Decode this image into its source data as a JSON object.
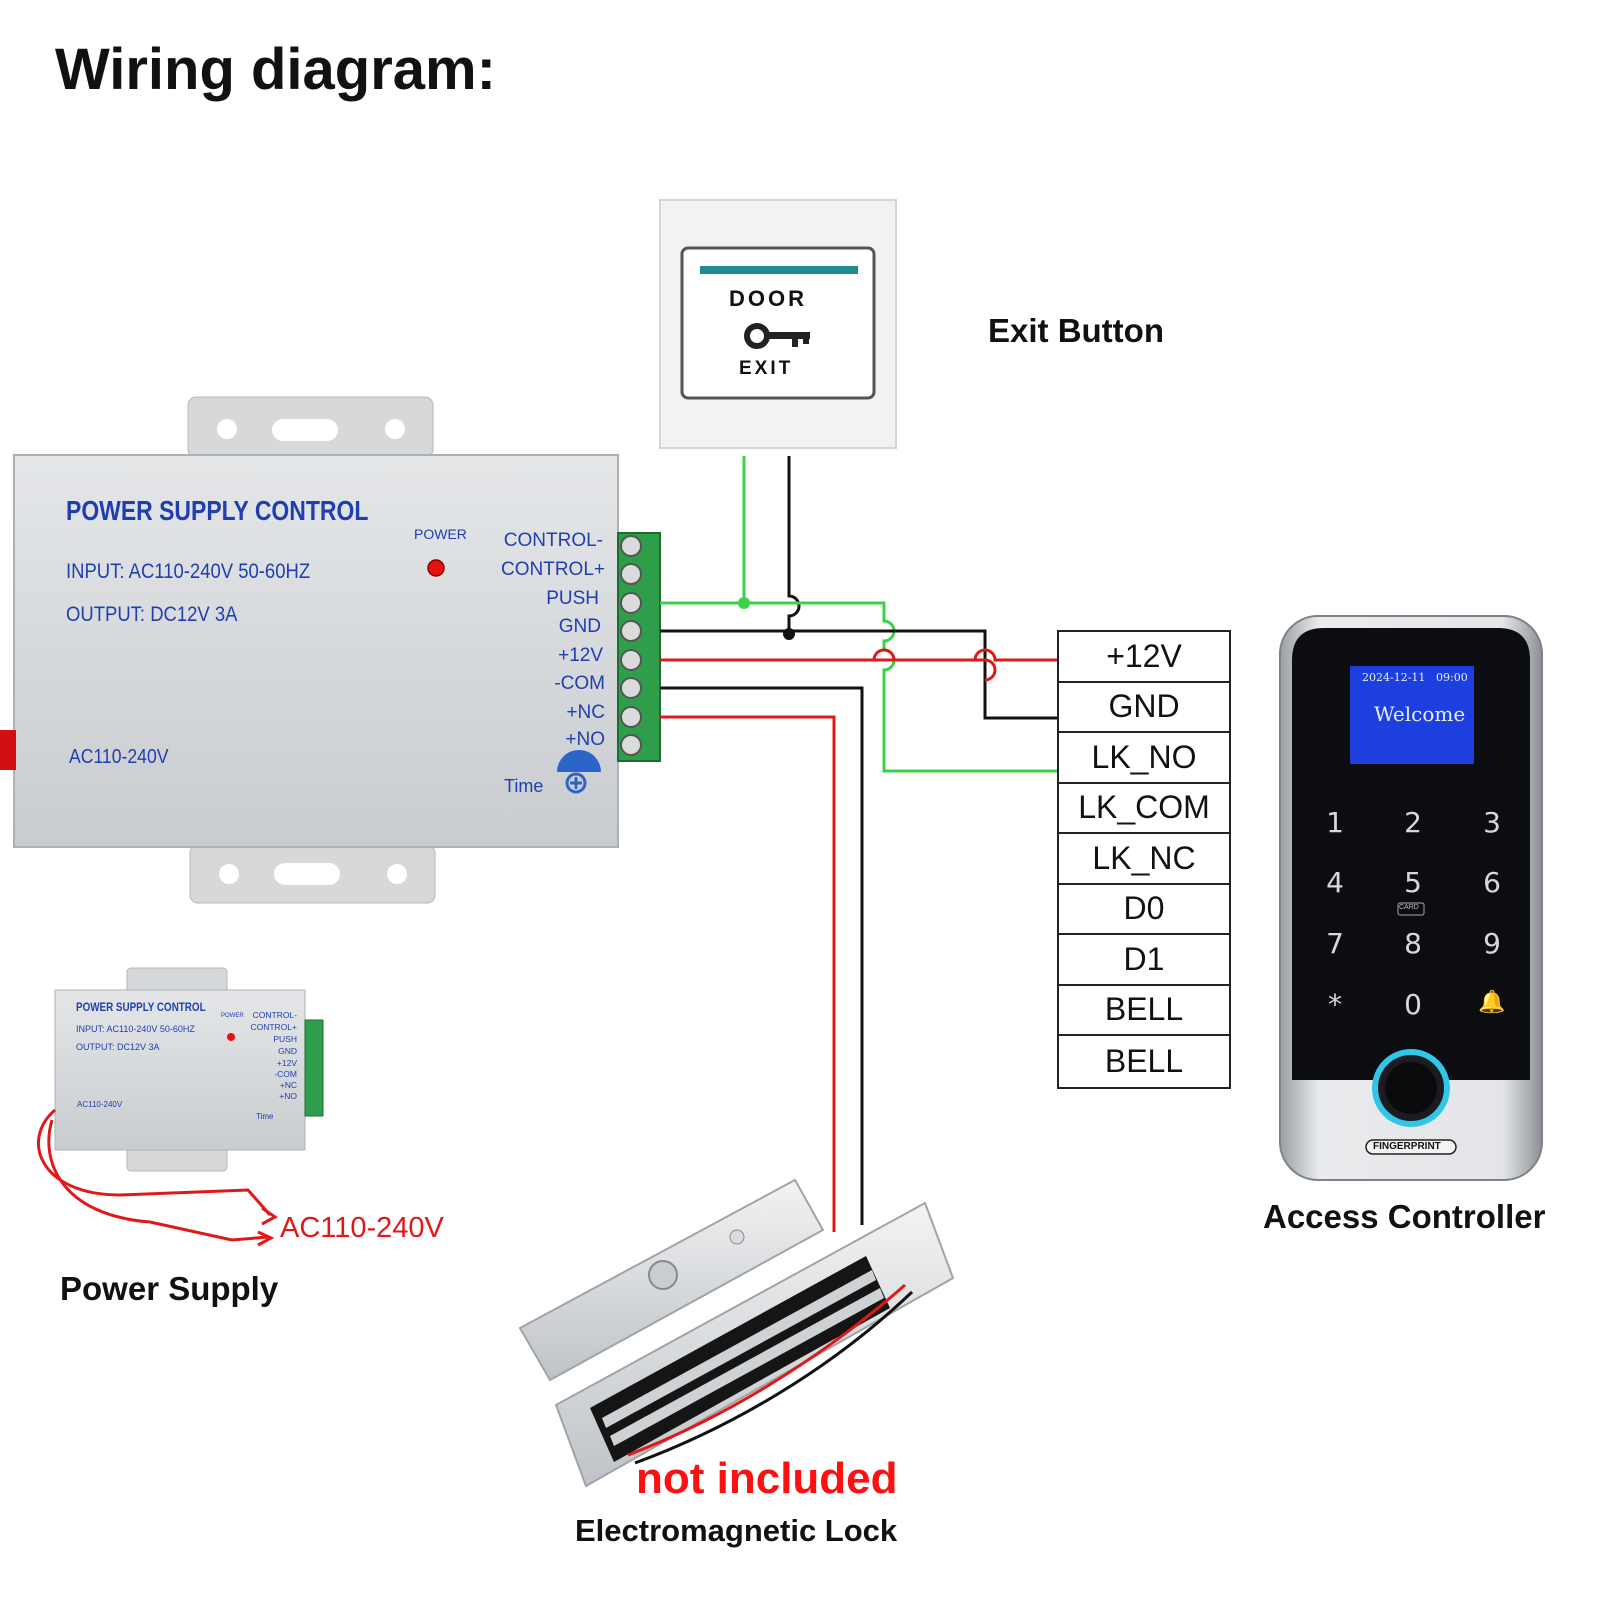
{
  "title": "Wiring diagram:",
  "exit_button": {
    "label": "Exit Button",
    "face_top": "DOOR",
    "face_bottom": "EXIT"
  },
  "power_supply_unit": {
    "heading": "POWER SUPPLY CONTROL",
    "input_spec": "INPUT: AC110-240V 50-60HZ",
    "output_spec": "OUTPUT: DC12V  3A",
    "ac_label": "AC110-240V",
    "power_led_label": "POWER",
    "time_label": "Time",
    "terminals": [
      "CONTROL-",
      "CONTROL+",
      "PUSH",
      "GND",
      "+12V",
      "-COM",
      "+NC",
      "+NO"
    ]
  },
  "power_supply": {
    "label": "Power Supply",
    "mains_label": "AC110-240V"
  },
  "access_controller": {
    "label": "Access Controller",
    "screen_date": "2024-12-11",
    "screen_time": "09:00",
    "screen_message": "Welcome",
    "keys": [
      "1",
      "2",
      "3",
      "4",
      "5",
      "6",
      "7",
      "8",
      "9",
      "*",
      "0",
      "🔔"
    ],
    "card_label": "CARD",
    "fingerprint_label": "FINGERPRINT",
    "terminals": [
      "+12V",
      "GND",
      "LK_NO",
      "LK_COM",
      "LK_NC",
      "D0",
      "D1",
      "BELL",
      "BELL"
    ]
  },
  "lock": {
    "label": "Electromagnetic Lock",
    "note": "not included"
  },
  "colors": {
    "wire_green": "#3bd14a",
    "wire_red": "#e01818",
    "wire_black": "#111111",
    "label_blue": "#1f3fb0",
    "note_red": "#ff1010"
  }
}
